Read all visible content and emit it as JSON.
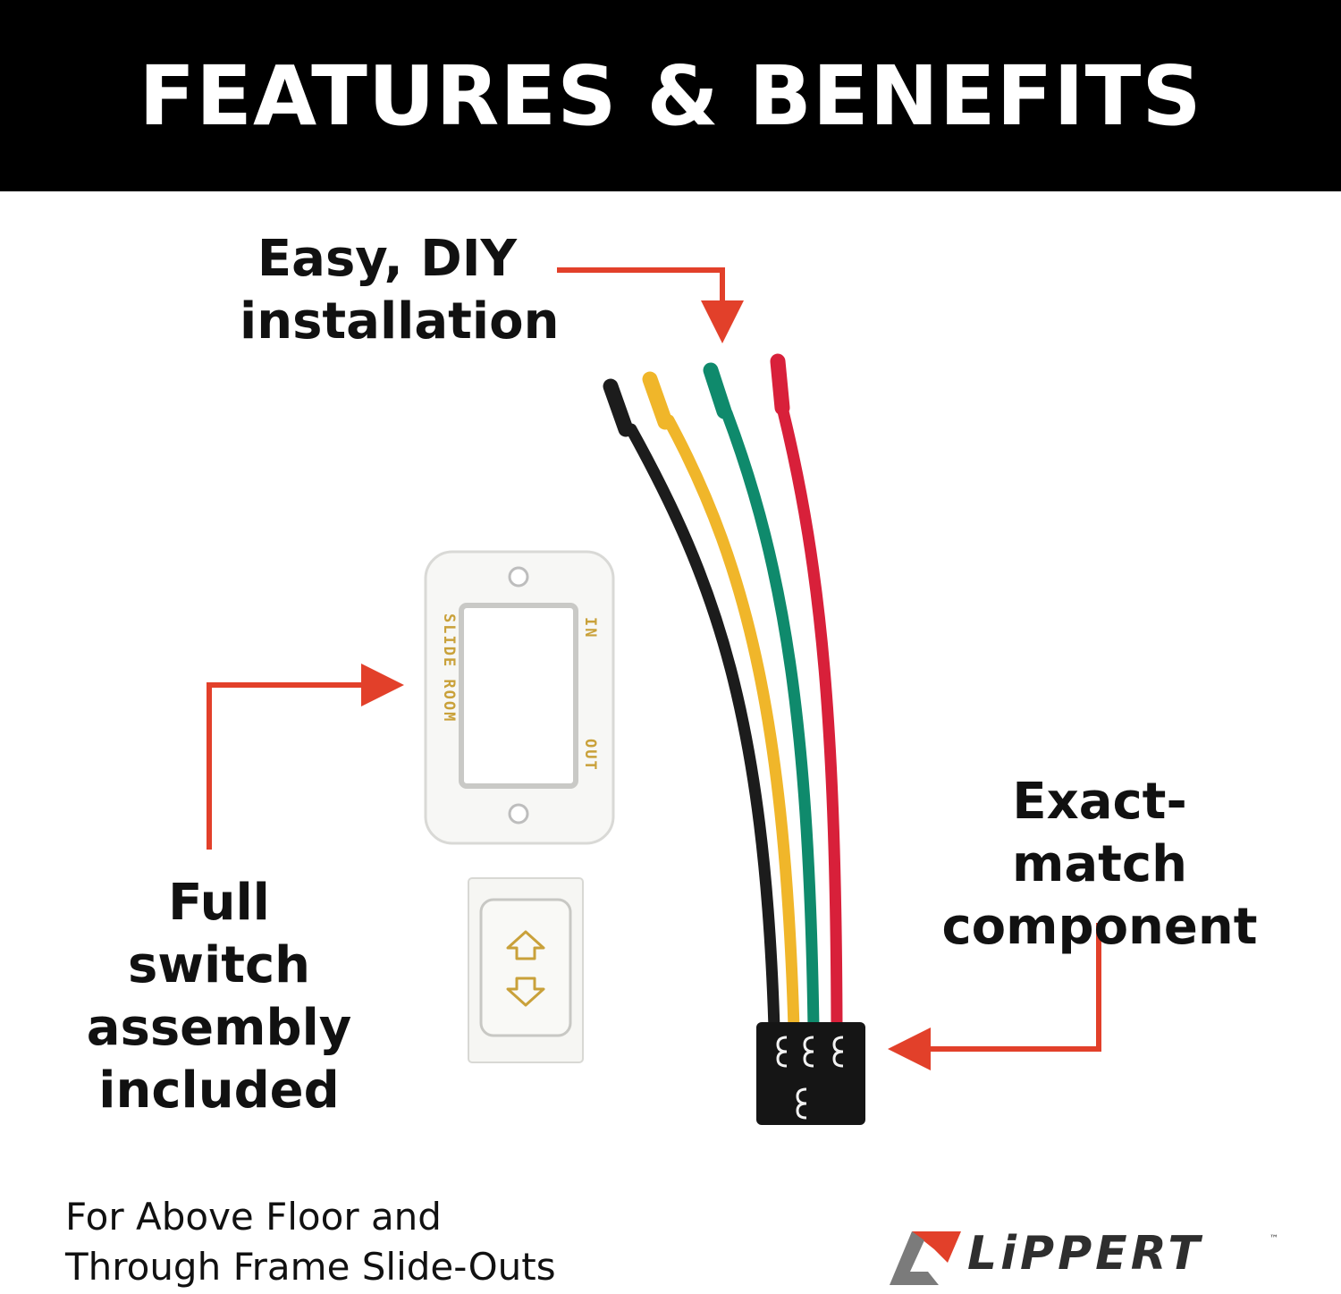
{
  "header": {
    "title": "FEATURES & BENEFITS"
  },
  "callouts": {
    "diy": [
      "Easy, DIY",
      "installation"
    ],
    "exact": [
      "Exact-match",
      "component"
    ],
    "full": [
      "Full switch",
      "assembly",
      "included"
    ]
  },
  "plate": {
    "left_letters": "SLIDE ROOM",
    "right_top": "IN",
    "right_bottom": "OUT"
  },
  "footnote": [
    "For Above Floor and",
    "Through Frame Slide-Outs"
  ],
  "brand": {
    "name": "LiPPERT",
    "tm": "™"
  },
  "colors": {
    "accent": "#e2402a",
    "black_wire": "#1c1c1c",
    "yellow_wire": "#f0b62a",
    "green_wire": "#0f8a6c",
    "red_wire": "#d8203a",
    "print_gold": "#c9a13a"
  }
}
